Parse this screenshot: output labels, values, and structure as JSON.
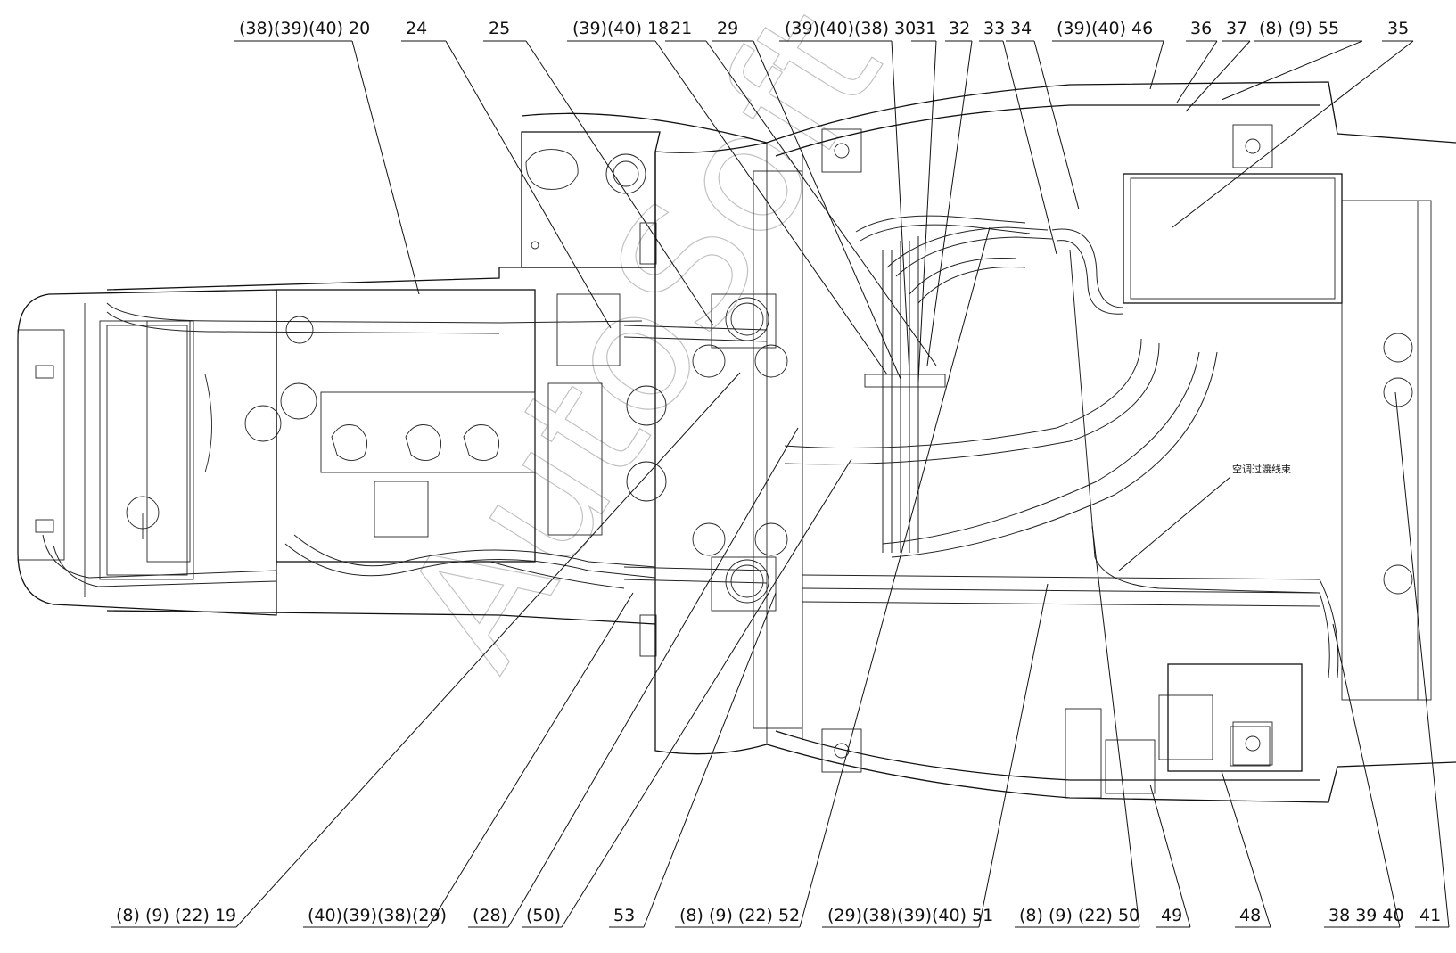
{
  "drawing": {
    "watermark": "AutoSoft",
    "harness_note": "空调过渡线束"
  },
  "callouts_top": [
    {
      "id": "c-top-1",
      "text": "(38)(39)(40) 20"
    },
    {
      "id": "c-top-2",
      "text": "24"
    },
    {
      "id": "c-top-3",
      "text": "25"
    },
    {
      "id": "c-top-4",
      "text": "(39)(40) 18"
    },
    {
      "id": "c-top-5",
      "text": "21"
    },
    {
      "id": "c-top-6",
      "text": "29"
    },
    {
      "id": "c-top-7",
      "text": "(39)(40)(38) 30"
    },
    {
      "id": "c-top-8",
      "text": "31"
    },
    {
      "id": "c-top-9",
      "text": "32"
    },
    {
      "id": "c-top-10",
      "text": "33"
    },
    {
      "id": "c-top-11",
      "text": "34"
    },
    {
      "id": "c-top-12",
      "text": "(39)(40) 46"
    },
    {
      "id": "c-top-13",
      "text": "36"
    },
    {
      "id": "c-top-14",
      "text": "37"
    },
    {
      "id": "c-top-15",
      "text": "(8) (9) 55"
    },
    {
      "id": "c-top-16",
      "text": "35"
    }
  ],
  "callouts_bottom": [
    {
      "id": "c-bot-1",
      "text": "(8) (9) (22) 19"
    },
    {
      "id": "c-bot-2",
      "text": "(40)(39)(38)(29)"
    },
    {
      "id": "c-bot-3",
      "text": "(28)"
    },
    {
      "id": "c-bot-4",
      "text": "(50)"
    },
    {
      "id": "c-bot-5",
      "text": "53"
    },
    {
      "id": "c-bot-6",
      "text": "(8) (9) (22) 52"
    },
    {
      "id": "c-bot-7",
      "text": "(29)(38)(39)(40) 51"
    },
    {
      "id": "c-bot-8",
      "text": "(8) (9) (22) 50"
    },
    {
      "id": "c-bot-9",
      "text": "49"
    },
    {
      "id": "c-bot-10",
      "text": "48"
    },
    {
      "id": "c-bot-11",
      "text": "38 39 40"
    },
    {
      "id": "c-bot-12",
      "text": "41"
    }
  ]
}
